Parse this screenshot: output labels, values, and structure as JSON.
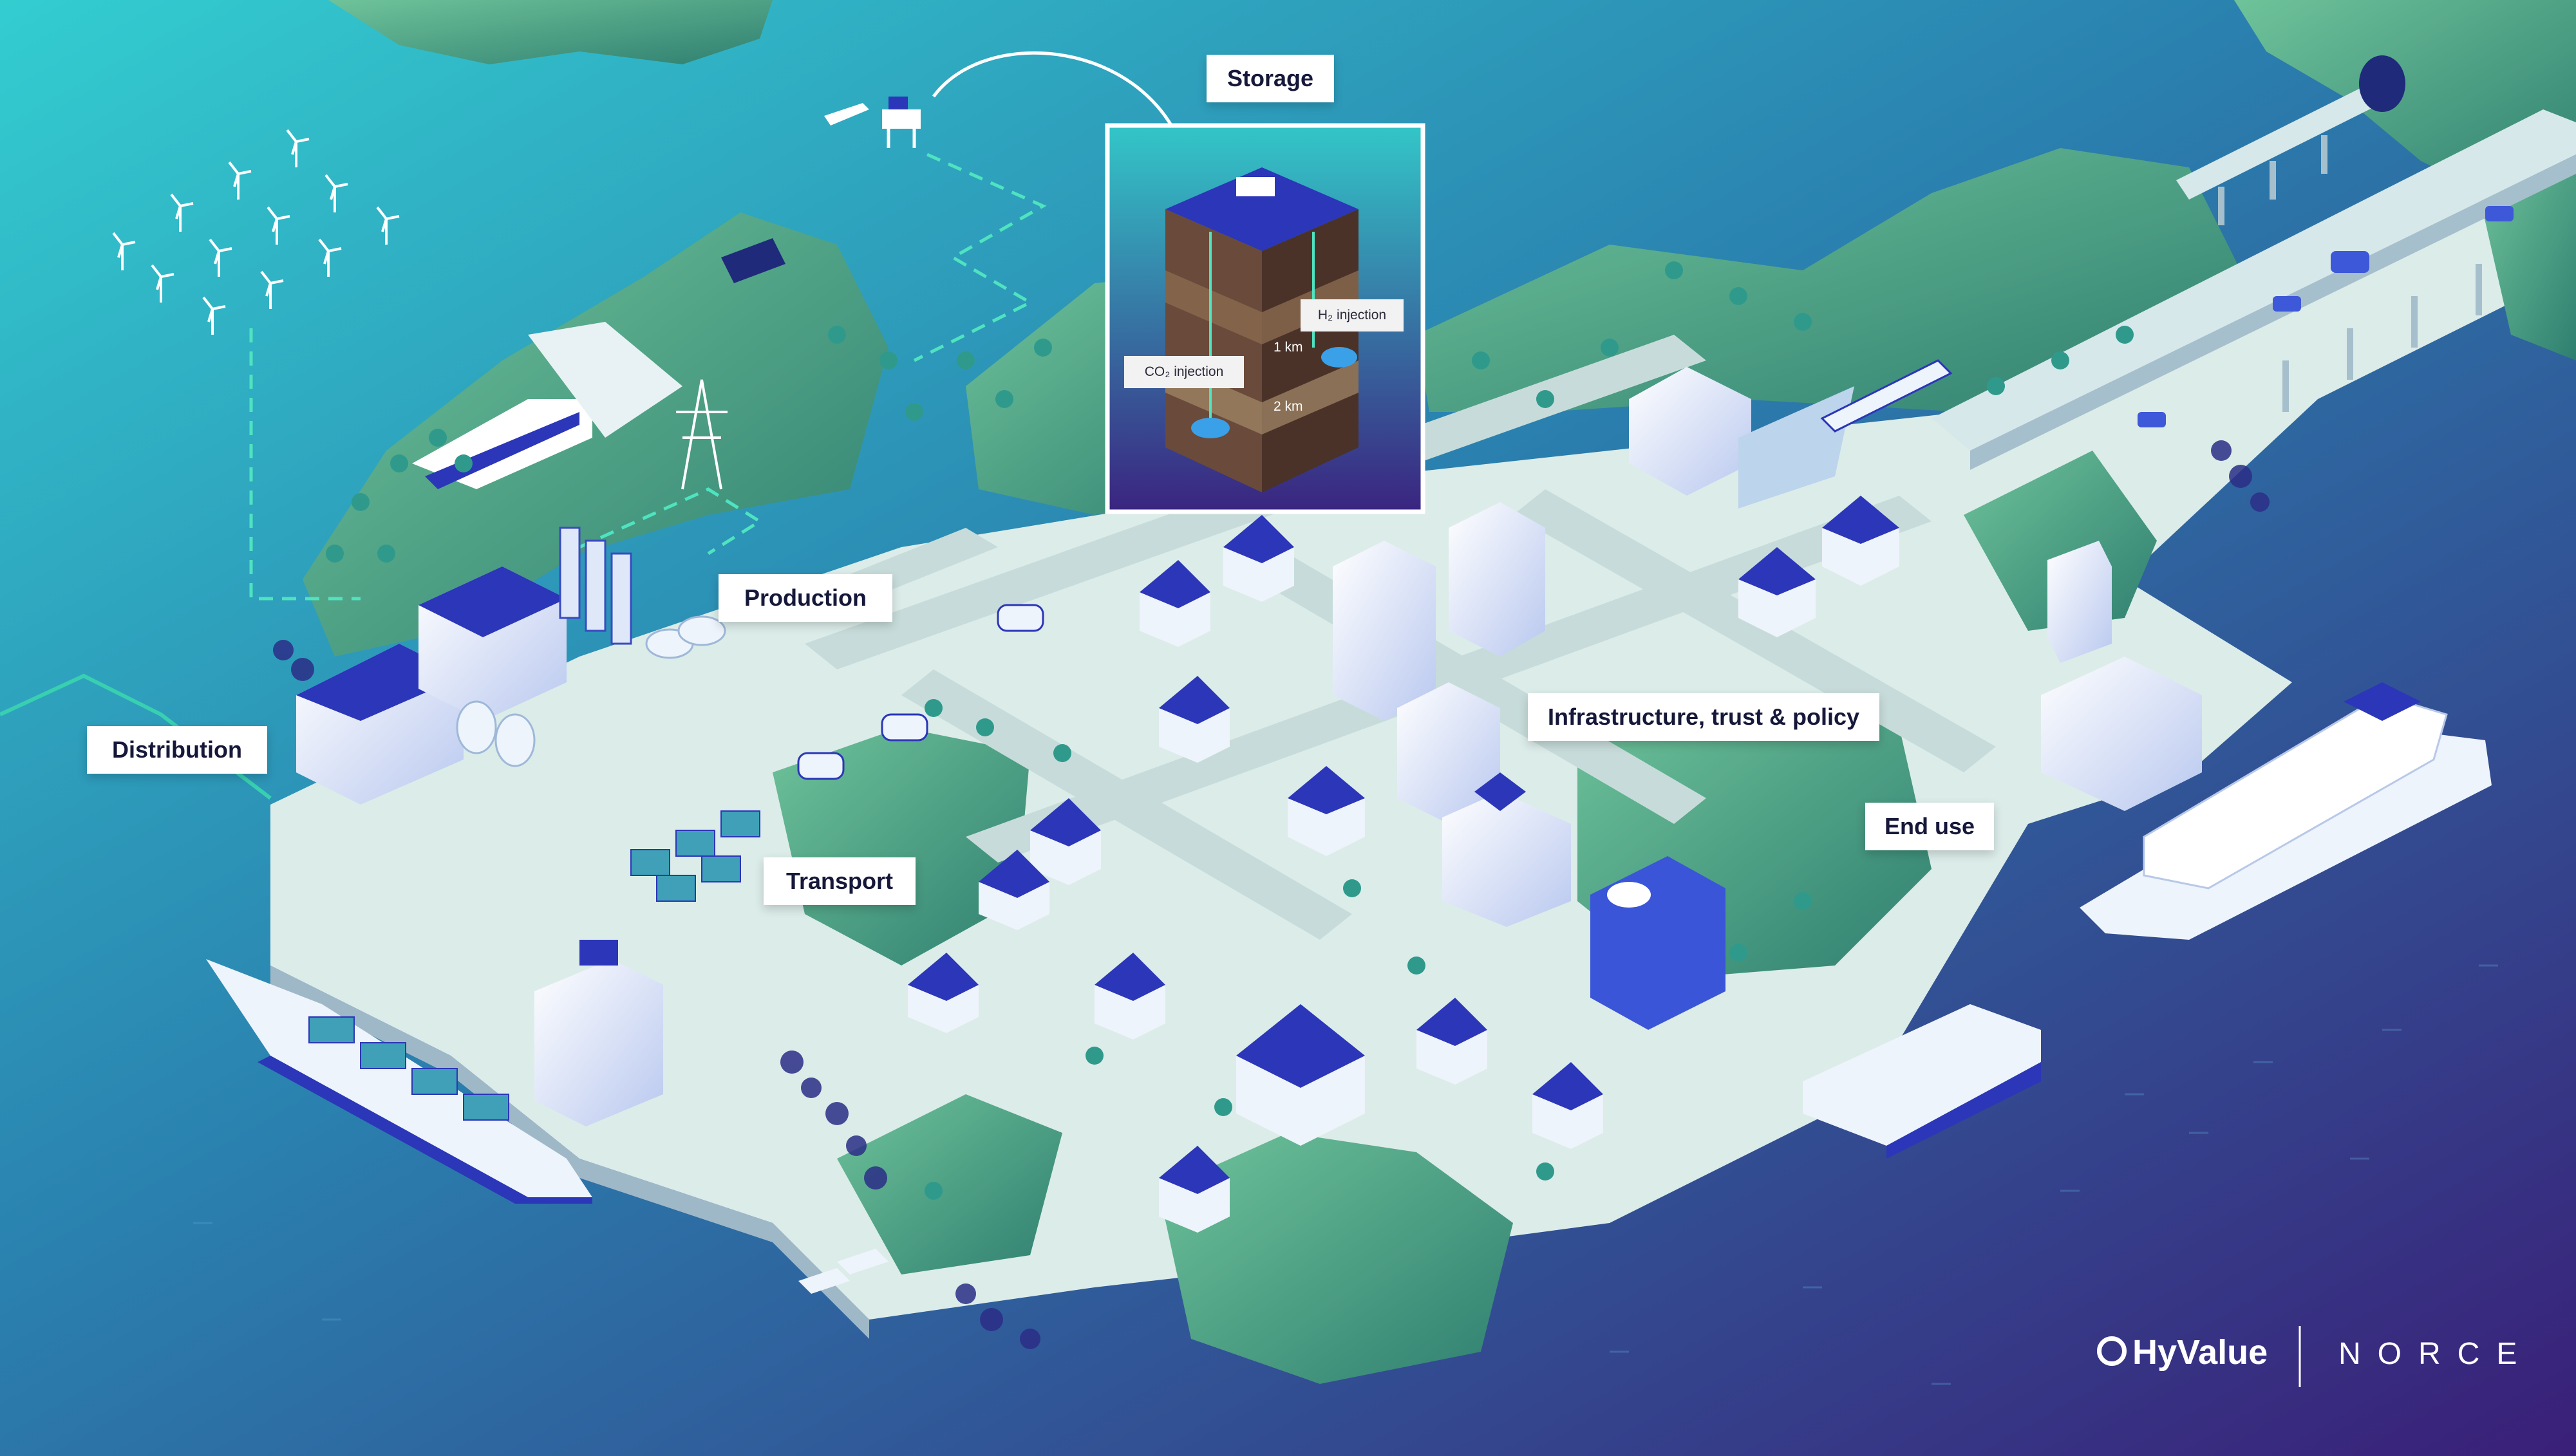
{
  "labels": {
    "storage": "Storage",
    "production": "Production",
    "distribution": "Distribution",
    "transport": "Transport",
    "infrastructure": "Infrastructure, trust & policy",
    "end_use": "End use"
  },
  "inset": {
    "h2_injection": "H₂ injection",
    "co2_injection": "CO₂ injection",
    "depth_1km": "1 km",
    "depth_2km": "2 km"
  },
  "logos": {
    "hyvalue": "HyValue",
    "norce": "NORCE"
  },
  "colors": {
    "sea_light": "#2fc6cc",
    "sea_dark": "#3a2a7a",
    "land": "#d9ebe8",
    "greenery": "#4fa67f",
    "buildings": "#2b36b8",
    "label_bg": "#ffffff"
  },
  "icons": [
    "wind-turbine-icon",
    "offshore-platform-icon",
    "dam-icon",
    "pylon-icon",
    "factory-icon",
    "tank-icon",
    "truck-icon",
    "ship-icon",
    "ferry-icon",
    "cruise-ship-icon",
    "train-icon",
    "house-icon",
    "hospital-icon",
    "hyvalue-logo-icon",
    "norce-logo-icon"
  ]
}
